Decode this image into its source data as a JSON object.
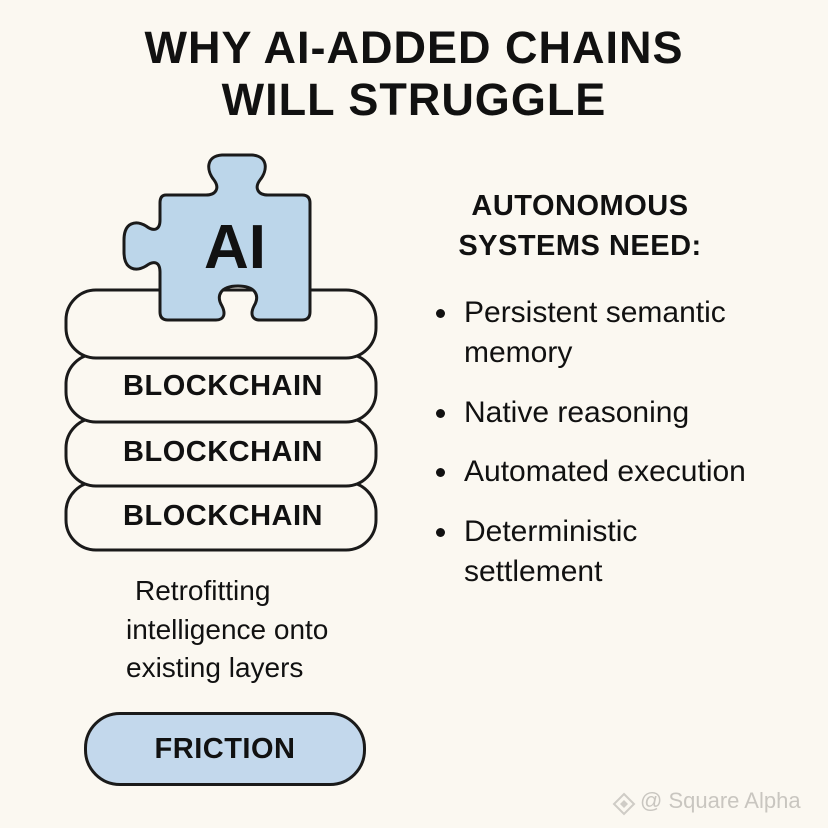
{
  "title": {
    "line1": "WHY AI-ADDED CHAINS",
    "line2": "WILL STRUGGLE"
  },
  "diagram": {
    "puzzle_label": "AI",
    "layers": [
      "BLOCKCHAIN",
      "BLOCKCHAIN",
      "BLOCKCHAIN"
    ],
    "note_lines": [
      "Retrofitting",
      "intelligence onto",
      "existing layers"
    ],
    "result_label": "FRICTION"
  },
  "needs": {
    "heading_line1": "AUTONOMOUS",
    "heading_line2": "SYSTEMS NEED:",
    "items": [
      {
        "line1": "Persistent semantic",
        "line2": "memory"
      },
      {
        "line1": "Native reasoning"
      },
      {
        "line1": "Automated execution"
      },
      {
        "line1": "Deterministic",
        "line2": "settlement"
      }
    ]
  },
  "watermark": "@ Square Alpha",
  "colors": {
    "background": "#fbf8f1",
    "accent_blue": "#bcd6ea",
    "ink": "#111111"
  }
}
